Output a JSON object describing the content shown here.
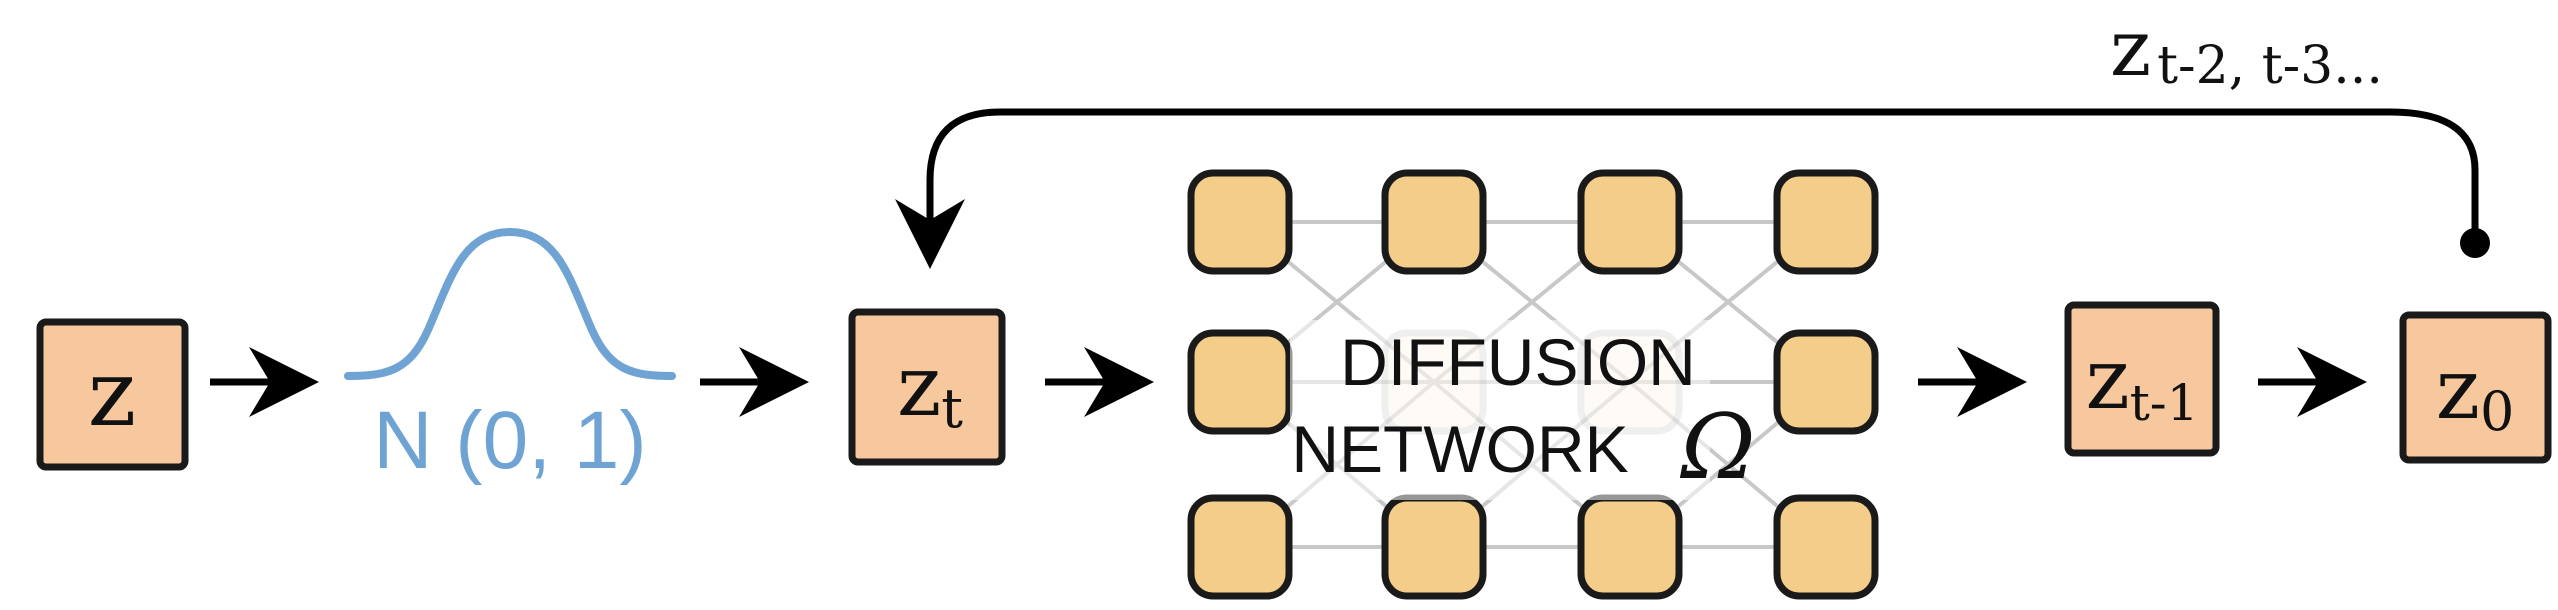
{
  "input": {
    "label": "z"
  },
  "noise": {
    "label": "N (0, 1)",
    "color": "#6fa3d3"
  },
  "zt": {
    "base": "z",
    "sub": "t"
  },
  "network": {
    "line1": "DIFFUSION",
    "line2": "NETWORK",
    "symbol": "Ω",
    "node_color": "#f5cd8b"
  },
  "zt1": {
    "base": "z",
    "sub": "t-1"
  },
  "z0": {
    "base": "z",
    "sub": "0"
  },
  "loop": {
    "base": "z",
    "sub": "t-2, t-3..."
  },
  "colors": {
    "box_fill": "#f7c89e",
    "stroke": "#1a1a1a",
    "edge": "#c8c8c8"
  }
}
